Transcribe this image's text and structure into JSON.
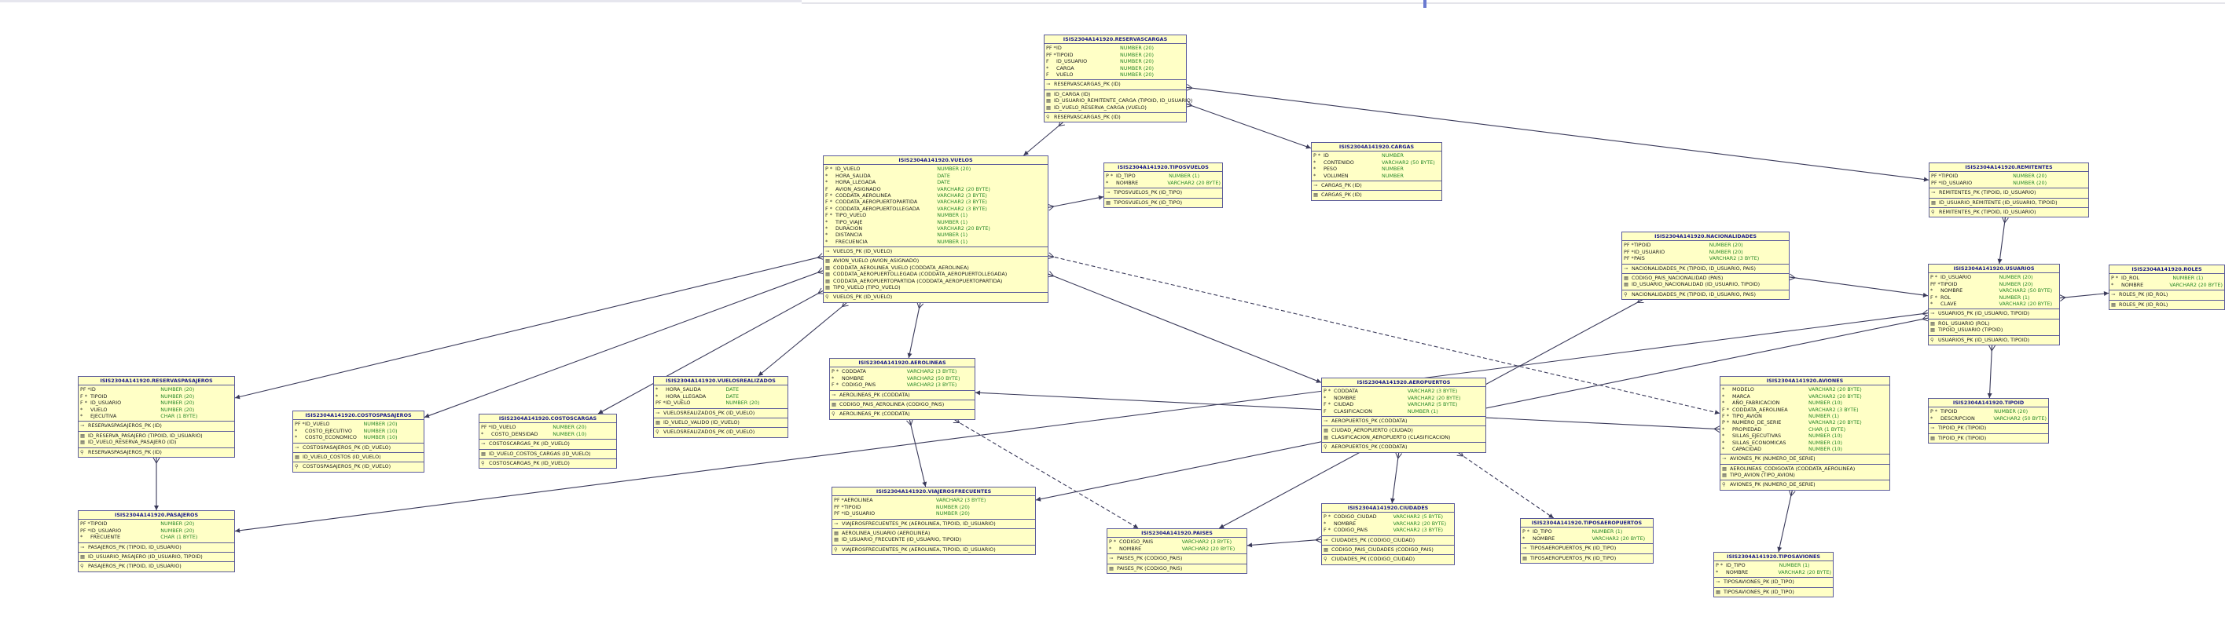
{
  "tables": [
    {
      "id": "reservascargas",
      "title": "ISIS2304A141920.RESERVASCARGAS",
      "columns": [
        [
          "PF *",
          "ID",
          "NUMBER (20)"
        ],
        [
          "PF *",
          "TIPOID",
          "NUMBER (20)"
        ],
        [
          "F",
          "ID_USUARIO",
          "NUMBER (20)"
        ],
        [
          "*",
          "CARGA",
          "NUMBER (20)"
        ],
        [
          "F",
          "VUELO",
          "NUMBER (20)"
        ]
      ],
      "sections": [
        [
          "RESERVASCARGAS_PK (ID)"
        ],
        [
          "ID_CARGA (ID)",
          "ID_USUARIO_REMITENTE_CARGA (TIPOID, ID_USUARIO)",
          "ID_VUELO_RESERVA_CARGA (VUELO)"
        ],
        [
          "RESERVASCARGAS_PK (ID)"
        ]
      ]
    },
    {
      "id": "vuelos",
      "title": "ISIS2304A141920.VUELOS",
      "columns": [
        [
          "P *",
          "ID_VUELO",
          "NUMBER (20)"
        ],
        [
          "*",
          "HORA_SALIDA",
          "DATE"
        ],
        [
          "*",
          "HORA_LLEGADA",
          "DATE"
        ],
        [
          "F",
          "AVION_ASIGNADO",
          "VARCHAR2 (20 BYTE)"
        ],
        [
          "F *",
          "CODDATA_AEROLINEA",
          "VARCHAR2 (3 BYTE)"
        ],
        [
          "F *",
          "CODDATA_AEROPUERTOPARTIDA",
          "VARCHAR2 (3 BYTE)"
        ],
        [
          "F *",
          "CODDATA_AEROPUERTOLLEGADA",
          "VARCHAR2 (3 BYTE)"
        ],
        [
          "F *",
          "TIPO_VUELO",
          "NUMBER (1)"
        ],
        [
          "*",
          "TIPO_VIAJE",
          "NUMBER (1)"
        ],
        [
          "*",
          "DURACION",
          "VARCHAR2 (20 BYTE)"
        ],
        [
          "*",
          "DISTANCIA",
          "NUMBER (1)"
        ],
        [
          "*",
          "FRECUENCIA",
          "NUMBER (1)"
        ]
      ],
      "sections": [
        [
          "VUELOS_PK (ID_VUELO)"
        ],
        [
          "AVION_VUELO (AVION_ASIGNADO)",
          "CODDATA_AEROLINEA_VUELO (CODDATA_AEROLINEA)",
          "CODDATA_AEROPUERTOLLEGADA (CODDATA_AEROPUERTOLLEGADA)",
          "CODDATA_AEROPUERTOPARTIDA (CODDATA_AEROPUERTOPARTIDA)",
          "TIPO_VUELO (TIPO_VUELO)"
        ],
        [
          "VUELOS_PK (ID_VUELO)"
        ]
      ]
    },
    {
      "id": "tiposvuelos",
      "title": "ISIS2304A141920.TIPOSVUELOS",
      "columns": [
        [
          "P *",
          "ID_TIPO",
          "NUMBER (1)"
        ],
        [
          "*",
          "NOMBRE",
          "VARCHAR2 (20 BYTE)"
        ]
      ],
      "sections": [
        [
          "TIPOSVUELOS_PK (ID_TIPO)"
        ],
        [
          "TIPOSVUELOS_PK (ID_TIPO)"
        ]
      ]
    },
    {
      "id": "cargas",
      "title": "ISIS2304A141920.CARGAS",
      "columns": [
        [
          "P *",
          "ID",
          "NUMBER"
        ],
        [
          "*",
          "CONTENIDO",
          "VARCHAR2 (50 BYTE)"
        ],
        [
          "*",
          "PESO",
          "NUMBER"
        ],
        [
          "*",
          "VOLUMEN",
          "NUMBER"
        ]
      ],
      "sections": [
        [
          "CARGAS_PK (ID)"
        ],
        [
          "CARGAS_PK (ID)"
        ]
      ]
    },
    {
      "id": "remitentes",
      "title": "ISIS2304A141920.REMITENTES",
      "columns": [
        [
          "PF *",
          "TIPOID",
          "NUMBER (20)"
        ],
        [
          "PF *",
          "ID_USUARIO",
          "NUMBER (20)"
        ]
      ],
      "sections": [
        [
          "REMITENTES_PK (TIPOID, ID_USUARIO)"
        ],
        [
          "ID_USUARIO_REMITENTE (ID_USUARIO, TIPOID)"
        ],
        [
          "REMITENTES_PK (TIPOID, ID_USUARIO)"
        ]
      ]
    },
    {
      "id": "nacionalidades",
      "title": "ISIS2304A141920.NACIONALIDADES",
      "columns": [
        [
          "PF *",
          "TIPOID",
          "NUMBER (20)"
        ],
        [
          "PF *",
          "ID_USUARIO",
          "NUMBER (20)"
        ],
        [
          "PF *",
          "PAIS",
          "VARCHAR2 (3 BYTE)"
        ]
      ],
      "sections": [
        [
          "NACIONALIDADES_PK (TIPOID, ID_USUARIO, PAIS)"
        ],
        [
          "CODIGO_PAIS_NACIONALIDAD (PAIS)",
          "ID_USUARIO_NACIONALIDAD (ID_USUARIO, TIPOID)"
        ],
        [
          "NACIONALIDADES_PK (TIPOID, ID_USUARIO, PAIS)"
        ]
      ]
    },
    {
      "id": "usuarios",
      "title": "ISIS2304A141920.USUARIOS",
      "columns": [
        [
          "P *",
          "ID_USUARIO",
          "NUMBER (20)"
        ],
        [
          "PF *",
          "TIPOID",
          "NUMBER (20)"
        ],
        [
          "*",
          "NOMBRE",
          "VARCHAR2 (50 BYTE)"
        ],
        [
          "F *",
          "ROL",
          "NUMBER (1)"
        ],
        [
          "*",
          "CLAVE",
          "VARCHAR2 (20 BYTE)"
        ]
      ],
      "sections": [
        [
          "USUARIOS_PK (ID_USUARIO, TIPOID)"
        ],
        [
          "ROL_USUARIO (ROL)",
          "TIPOID_USUARIO (TIPOID)"
        ],
        [
          "USUARIOS_PK (ID_USUARIO, TIPOID)"
        ]
      ]
    },
    {
      "id": "roles",
      "title": "ISIS2304A141920.ROLES",
      "columns": [
        [
          "P *",
          "ID_ROL",
          "NUMBER (1)"
        ],
        [
          "*",
          "NOMBRE",
          "VARCHAR2 (20 BYTE)"
        ]
      ],
      "sections": [
        [
          "ROLES_PK (ID_ROL)"
        ],
        [
          "ROLES_PK (ID_ROL)"
        ]
      ]
    },
    {
      "id": "tipoid",
      "title": "ISIS2304A141920.TIPOID",
      "columns": [
        [
          "P *",
          "TIPOID",
          "NUMBER (20)"
        ],
        [
          "*",
          "DESCRIPCION",
          "VARCHAR2 (50 BYTE)"
        ]
      ],
      "sections": [
        [
          "TIPOID_PK (TIPOID)"
        ],
        [
          "TIPOID_PK (TIPOID)"
        ]
      ]
    },
    {
      "id": "aviones",
      "title": "ISIS2304A141920.AVIONES",
      "columns": [
        [
          "*",
          "MODELO",
          "VARCHAR2 (20 BYTE)"
        ],
        [
          "*",
          "MARCA",
          "VARCHAR2 (20 BYTE)"
        ],
        [
          "*",
          "AÑO_FABRICACION",
          "NUMBER (10)"
        ],
        [
          "F *",
          "CODDATA_AEROLINEA",
          "VARCHAR2 (3 BYTE)"
        ],
        [
          "F *",
          "TIPO_AVION",
          "NUMBER (1)"
        ],
        [
          "P *",
          "NUMERO_DE_SERIE",
          "VARCHAR2 (20 BYTE)"
        ],
        [
          "*",
          "PROPIEDAD",
          "CHAR (1 BYTE)"
        ],
        [
          "*",
          "SILLAS_EJECUTIVAS",
          "NUMBER (10)"
        ],
        [
          "*",
          "SILLAS_ECONOMICAS",
          "NUMBER (10)"
        ],
        [
          "*",
          "CAPACIDAD",
          "NUMBER (10)"
        ]
      ],
      "sections": [
        [
          "AVIONES_PK (NUMERO_DE_SERIE)"
        ],
        [
          "AEROLINEAS_CODIGOATA (CODDATA_AEROLINEA)",
          "TIPO_AVION (TIPO_AVION)"
        ],
        [
          "AVIONES_PK (NUMERO_DE_SERIE)"
        ]
      ]
    },
    {
      "id": "tiposaviones",
      "title": "ISIS2304A141920.TIPOSAVIONES",
      "columns": [
        [
          "P *",
          "ID_TIPO",
          "NUMBER (1)"
        ],
        [
          "*",
          "NOMBRE",
          "VARCHAR2 (20 BYTE)"
        ]
      ],
      "sections": [
        [
          "TIPOSAVIONES_PK (ID_TIPO)"
        ],
        [
          "TIPOSAVIONES_PK (ID_TIPO)"
        ]
      ]
    },
    {
      "id": "aerolineas",
      "title": "ISIS2304A141920.AEROLINEAS",
      "columns": [
        [
          "P *",
          "CODDATA",
          "VARCHAR2 (3 BYTE)"
        ],
        [
          "*",
          "NOMBRE",
          "VARCHAR2 (50 BYTE)"
        ],
        [
          "F *",
          "CODIGO_PAIS",
          "VARCHAR2 (3 BYTE)"
        ]
      ],
      "sections": [
        [
          "AEROLINEAS_PK (CODDATA)"
        ],
        [
          "CODIGO_PAIS_AEROLINEA (CODIGO_PAIS)"
        ],
        [
          "AEROLINEAS_PK (CODDATA)"
        ]
      ]
    },
    {
      "id": "aeropuertos",
      "title": "ISIS2304A141920.AEROPUERTOS",
      "columns": [
        [
          "P *",
          "CODDATA",
          "VARCHAR2 (3 BYTE)"
        ],
        [
          "*",
          "NOMBRE",
          "VARCHAR2 (20 BYTE)"
        ],
        [
          "F *",
          "CIUDAD",
          "VARCHAR2 (5 BYTE)"
        ],
        [
          "F",
          "CLASIFICACION",
          "NUMBER (1)"
        ]
      ],
      "sections": [
        [
          "AEROPUERTOS_PK (CODDATA)"
        ],
        [
          "CIUDAD_AEROPUERTO (CIUDAD)",
          "CLASIFICACION_AEROPUERTO (CLASIFICACION)"
        ],
        [
          "AEROPUERTOS_PK (CODDATA)"
        ]
      ]
    },
    {
      "id": "tiposaeropuertos",
      "title": "ISIS2304A141920.TIPOSAEROPUERTOS",
      "columns": [
        [
          "P *",
          "ID_TIPO",
          "NUMBER (1)"
        ],
        [
          "*",
          "NOMBRE",
          "VARCHAR2 (20 BYTE)"
        ]
      ],
      "sections": [
        [
          "TIPOSAEROPUERTOS_PK (ID_TIPO)"
        ],
        [
          "TIPOSAEROPUERTOS_PK (ID_TIPO)"
        ]
      ]
    },
    {
      "id": "ciudades",
      "title": "ISIS2304A141920.CIUDADES",
      "columns": [
        [
          "P *",
          "CODIGO_CIUDAD",
          "VARCHAR2 (5 BYTE)"
        ],
        [
          "*",
          "NOMBRE",
          "VARCHAR2 (20 BYTE)"
        ],
        [
          "F *",
          "CODIGO_PAIS",
          "VARCHAR2 (3 BYTE)"
        ]
      ],
      "sections": [
        [
          "CIUDADES_PK (CODIGO_CIUDAD)"
        ],
        [
          "CODIGO_PAIS_CIUDADES (CODIGO_PAIS)"
        ],
        [
          "CIUDADES_PK (CODIGO_CIUDAD)"
        ]
      ]
    },
    {
      "id": "paises",
      "title": "ISIS2304A141920.PAISES",
      "columns": [
        [
          "P *",
          "CODIGO_PAIS",
          "VARCHAR2 (3 BYTE)"
        ],
        [
          "*",
          "NOMBRE",
          "VARCHAR2 (20 BYTE)"
        ]
      ],
      "sections": [
        [
          "PAISES_PK (CODIGO_PAIS)"
        ],
        [
          "PAISES_PK (CODIGO_PAIS)"
        ]
      ]
    },
    {
      "id": "viajerosfrecuentes",
      "title": "ISIS2304A141920.VIAJEROSFRECUENTES",
      "columns": [
        [
          "PF *",
          "AEROLINEA",
          "VARCHAR2 (3 BYTE)"
        ],
        [
          "PF *",
          "TIPOID",
          "NUMBER (20)"
        ],
        [
          "PF *",
          "ID_USUARIO",
          "NUMBER (20)"
        ]
      ],
      "sections": [
        [
          "VIAJEROSFRECUENTES_PK (AEROLINEA, TIPOID, ID_USUARIO)"
        ],
        [
          "AEROLINEA_USUARIO (AEROLINEA)",
          "ID_USUARIO_FRECUENTE (ID_USUARIO, TIPOID)"
        ],
        [
          "VIAJEROSFRECUENTES_PK (AEROLINEA, TIPOID, ID_USUARIO)"
        ]
      ]
    },
    {
      "id": "reservaspasajeros",
      "title": "ISIS2304A141920.RESERVASPASAJEROS",
      "columns": [
        [
          "PF *",
          "ID",
          "NUMBER (20)"
        ],
        [
          "F *",
          "TIPOID",
          "NUMBER (20)"
        ],
        [
          "F *",
          "ID_USUARIO",
          "NUMBER (20)"
        ],
        [
          "*",
          "VUELO",
          "NUMBER (20)"
        ],
        [
          "*",
          "EJECUTIVA",
          "CHAR (1 BYTE)"
        ]
      ],
      "sections": [
        [
          "RESERVASPASAJEROS_PK (ID)"
        ],
        [
          "ID_RESERVA_PASAJERO (TIPOID, ID_USUARIO)",
          "ID_VUELO_RESERVA_PASAJERO (ID)"
        ],
        [
          "RESERVASPASAJEROS_PK (ID)"
        ]
      ]
    },
    {
      "id": "pasajeros",
      "title": "ISIS2304A141920.PASAJEROS",
      "columns": [
        [
          "PF *",
          "TIPOID",
          "NUMBER (20)"
        ],
        [
          "PF *",
          "ID_USUARIO",
          "NUMBER (20)"
        ],
        [
          "*",
          "FRECUENTE",
          "CHAR (1 BYTE)"
        ]
      ],
      "sections": [
        [
          "PASAJEROS_PK (TIPOID, ID_USUARIO)"
        ],
        [
          "ID_USUARIO_PASAJERO (ID_USUARIO, TIPOID)"
        ],
        [
          "PASAJEROS_PK (TIPOID, ID_USUARIO)"
        ]
      ]
    },
    {
      "id": "costospasajeros",
      "title": "ISIS2304A141920.COSTOSPASAJEROS",
      "columns": [
        [
          "PF *",
          "ID_VUELO",
          "NUMBER (20)"
        ],
        [
          "*",
          "COSTO_EJECUTIVO",
          "NUMBER (10)"
        ],
        [
          "*",
          "COSTO_ECONOMICO",
          "NUMBER (10)"
        ]
      ],
      "sections": [
        [
          "COSTOSPASAJEROS_PK (ID_VUELO)"
        ],
        [
          "ID_VUELO_COSTOS (ID_VUELO)"
        ],
        [
          "COSTOSPASAJEROS_PK (ID_VUELO)"
        ]
      ]
    },
    {
      "id": "costoscargas",
      "title": "ISIS2304A141920.COSTOSCARGAS",
      "columns": [
        [
          "PF *",
          "ID_VUELO",
          "NUMBER (20)"
        ],
        [
          "*",
          "COSTO_DENSIDAD",
          "NUMBER (10)"
        ]
      ],
      "sections": [
        [
          "COSTOSCARGAS_PK (ID_VUELO)"
        ],
        [
          "ID_VUELO_COSTOS_CARGAS (ID_VUELO)"
        ],
        [
          "COSTOSCARGAS_PK (ID_VUELO)"
        ]
      ]
    },
    {
      "id": "vuelosrealizados",
      "title": "ISIS2304A141920.VUELOSREALIZADOS",
      "columns": [
        [
          "*",
          "HORA_SALIDA",
          "DATE"
        ],
        [
          "*",
          "HORA_LLEGADA",
          "DATE"
        ],
        [
          "PF *",
          "ID_VUELO",
          "NUMBER (20)"
        ]
      ],
      "sections": [
        [
          "VUELOSREALIZADOS_PK (ID_VUELO)"
        ],
        [
          "ID_VUELO_VALIDO (ID_VUELO)"
        ],
        [
          "VUELOSREALIZADOS_PK (ID_VUELO)"
        ]
      ]
    }
  ],
  "relationships": [
    [
      "reservascargas",
      "vuelos",
      "solid"
    ],
    [
      "reservascargas",
      "cargas",
      "solid"
    ],
    [
      "reservascargas",
      "remitentes",
      "solid"
    ],
    [
      "vuelos",
      "tiposvuelos",
      "solid"
    ],
    [
      "vuelos",
      "aerolineas",
      "solid"
    ],
    [
      "vuelos",
      "aeropuertos",
      "solid"
    ],
    [
      "vuelos",
      "aviones",
      "dashed"
    ],
    [
      "vuelos",
      "reservaspasajeros",
      "solid"
    ],
    [
      "vuelos",
      "costospasajeros",
      "solid"
    ],
    [
      "vuelos",
      "costoscargas",
      "solid"
    ],
    [
      "vuelos",
      "vuelosrealizados",
      "solid"
    ],
    [
      "remitentes",
      "usuarios",
      "solid"
    ],
    [
      "nacionalidades",
      "usuarios",
      "solid"
    ],
    [
      "nacionalidades",
      "paises",
      "solid"
    ],
    [
      "usuarios",
      "roles",
      "solid"
    ],
    [
      "usuarios",
      "tipoid",
      "solid"
    ],
    [
      "usuarios",
      "pasajeros",
      "solid"
    ],
    [
      "usuarios",
      "viajerosfrecuentes",
      "solid"
    ],
    [
      "aviones",
      "tiposaviones",
      "solid"
    ],
    [
      "aviones",
      "aerolineas",
      "solid"
    ],
    [
      "aerolineas",
      "paises",
      "dashed"
    ],
    [
      "aerolineas",
      "viajerosfrecuentes",
      "solid"
    ],
    [
      "aeropuertos",
      "ciudades",
      "solid"
    ],
    [
      "aeropuertos",
      "tiposaeropuertos",
      "dashed"
    ],
    [
      "ciudades",
      "paises",
      "solid"
    ],
    [
      "reservaspasajeros",
      "pasajeros",
      "solid"
    ]
  ]
}
